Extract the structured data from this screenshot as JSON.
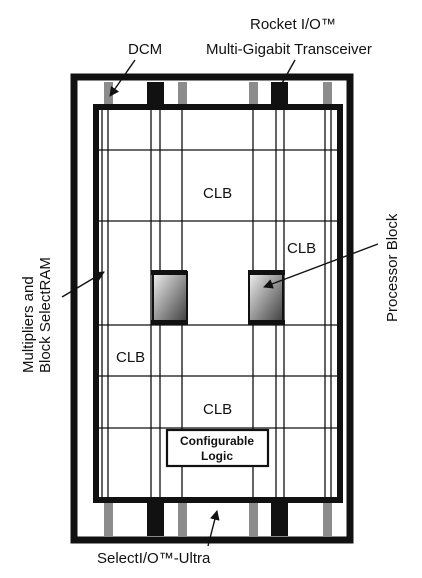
{
  "labels": {
    "rocket_io_line1": "Rocket I/O™",
    "rocket_io_line2": "Multi-Gigabit Transceiver",
    "dcm": "DCM",
    "processor_block": "Processor Block",
    "multipliers_line1": "Multipliers and",
    "multipliers_line2": "Block SelectRAM",
    "selectio": "SelectI/O™-Ultra",
    "clb_top": "CLB",
    "clb_right": "CLB",
    "clb_left": "CLB",
    "clb_bottom": "CLB",
    "configurable_line1": "Configurable",
    "configurable_line2": "Logic"
  },
  "colors": {
    "stroke": "#111111",
    "gray_io": "#8c8c8c",
    "processor_gradient_light": "#f2f2f2",
    "processor_gradient_dark": "#3a3a3a"
  }
}
